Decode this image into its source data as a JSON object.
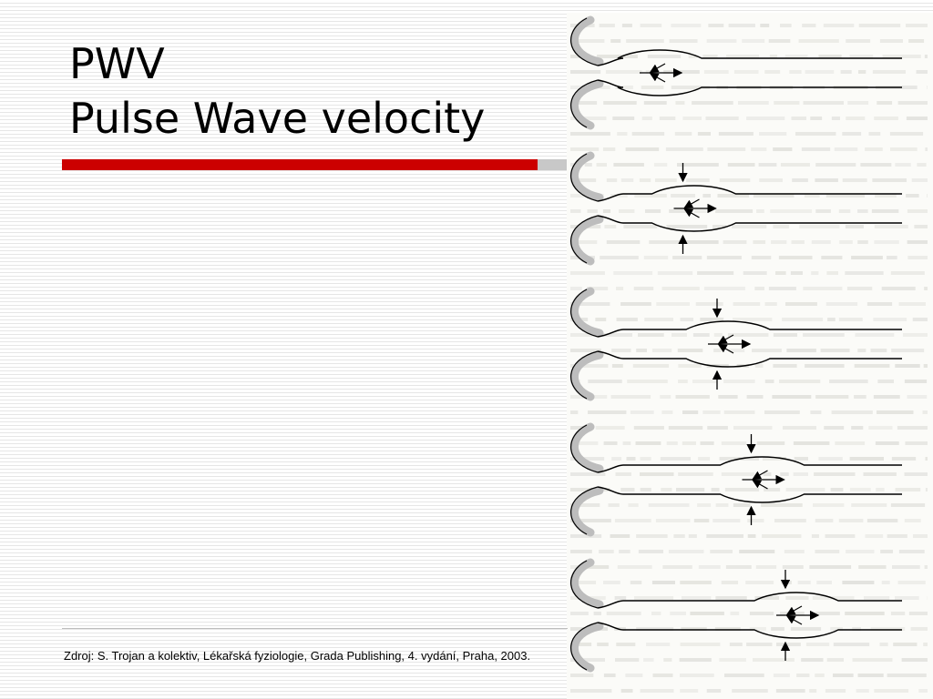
{
  "slide": {
    "title_line1": "PWV",
    "title_line2": "Pulse Wave velocity",
    "source_note": "Zdroj: S. Trojan a kolektiv, Lékařská fyziologie, Grada Publishing, 4. vydání, Praha, 2003."
  },
  "colors": {
    "accent_bar": "#cc0000",
    "wall": "#bdbdbd",
    "ink": "#000000"
  },
  "figure": {
    "description_icon": "aortic-pulse-wave-diagram",
    "panel_count": 5,
    "stages": [
      {
        "bulge_progress": 0.0
      },
      {
        "bulge_progress": 0.25
      },
      {
        "bulge_progress": 0.5
      },
      {
        "bulge_progress": 0.75
      },
      {
        "bulge_progress": 1.0
      }
    ]
  }
}
